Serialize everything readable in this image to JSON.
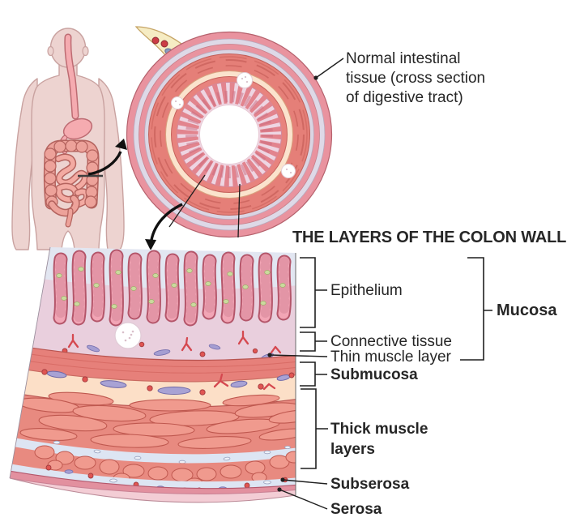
{
  "title": "THE LAYERS OF THE COLON WALL",
  "callout": {
    "line1": "Normal intestinal",
    "line2": "tissue (cross section",
    "line3": "of digestive tract)"
  },
  "labels": {
    "epithelium": "Epithelium",
    "connective_tissue": "Connective tissue",
    "thin_muscle_layer": "Thin muscle layer",
    "mucosa": "Mucosa",
    "submucosa": "Submucosa",
    "thick_muscle_line1": "Thick muscle",
    "thick_muscle_line2": "layers",
    "subserosa": "Subserosa",
    "serosa": "Serosa"
  },
  "colors": {
    "background": "#ffffff",
    "text": "#262626",
    "annotation_line": "#1f1f1f",
    "skin": "#edd3d0",
    "skin_outline": "#c9a2a0",
    "organ_pink": "#f5abb0",
    "organ_outline": "#b4635e",
    "serosa_pink": "#e2909f",
    "subserosa_blue": "#dde5f3",
    "muscle_salmon": "#e57f78",
    "muscle_bundle": "#f09a8e",
    "submucosa_cream": "#fbdfc6",
    "mucosa_lavender": "#e9cfdd",
    "crypt_pink": "#f2a5b5",
    "crypt_outline": "#b4566a",
    "goblet_green": "#cbda9e",
    "vessel_red": "#d5484f",
    "vessel_purple": "#a59ed2",
    "mesentery_yellow": "#f6ecc3",
    "lumen_white": "#ffffff"
  }
}
